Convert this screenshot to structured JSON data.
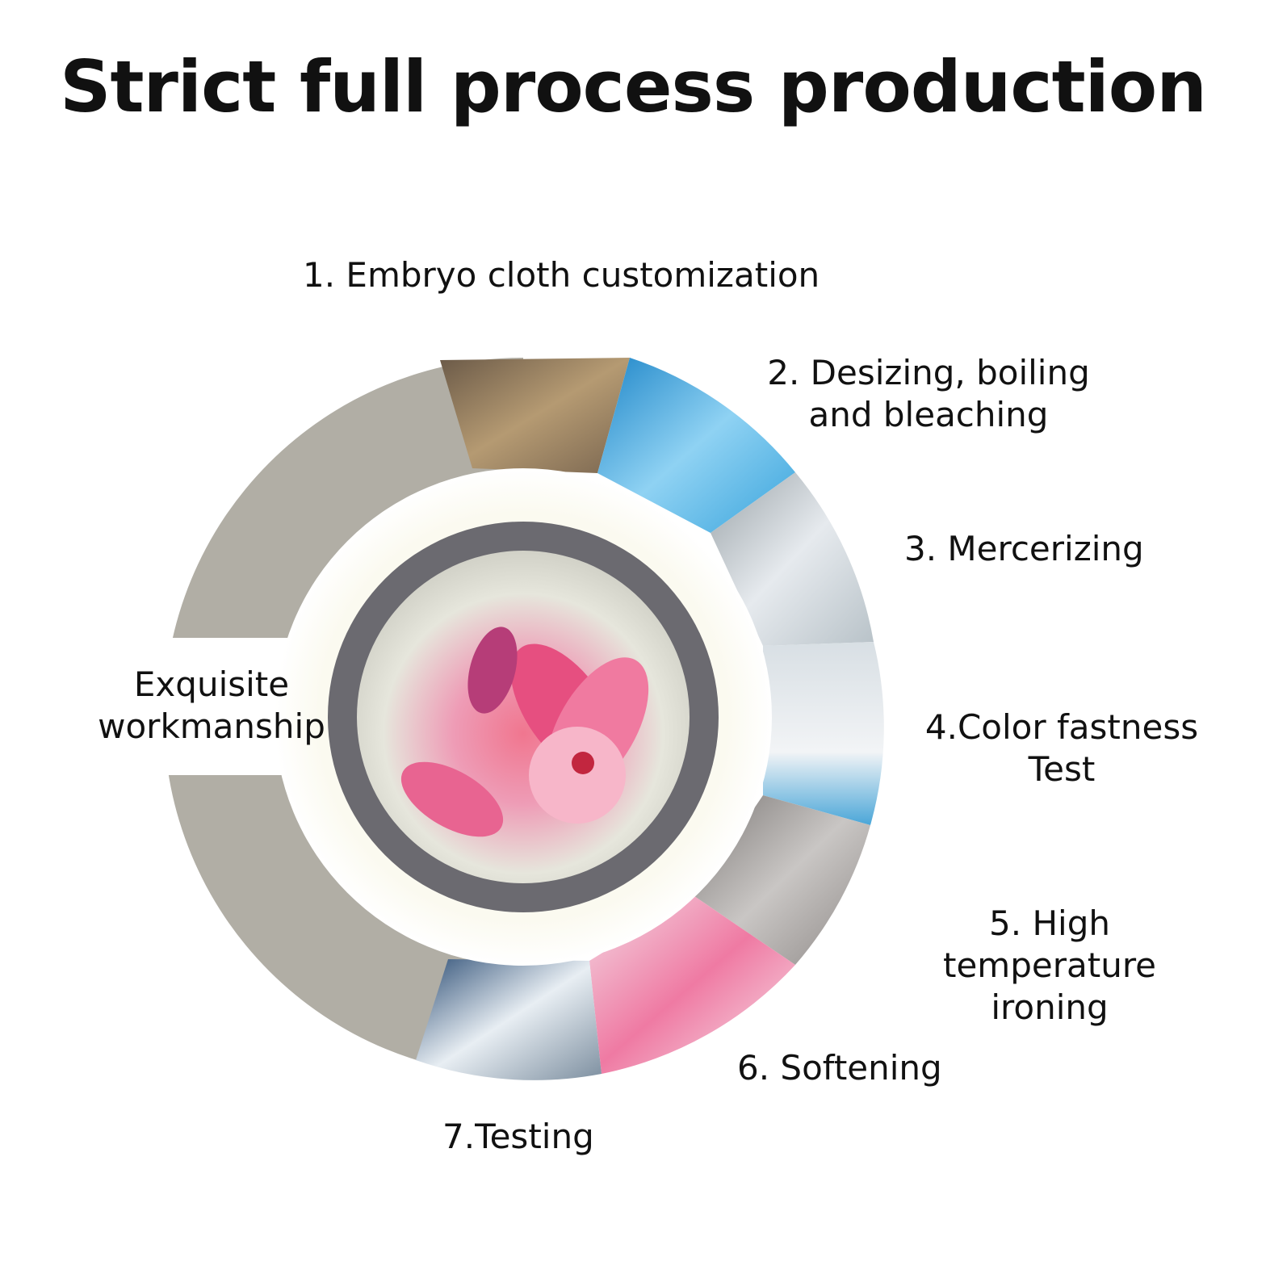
{
  "title": "Strict full process production",
  "center_label": "Exquisite workmanship",
  "steps": [
    {
      "label": "1. Embryo cloth customization"
    },
    {
      "label": "2. Desizing, boiling and bleaching"
    },
    {
      "label": "3. Mercerizing"
    },
    {
      "label": "4.Color fastness Test"
    },
    {
      "label": "5. High temperature ironing"
    },
    {
      "label": "6. Softening"
    },
    {
      "label": "7.Testing"
    }
  ],
  "colors": {
    "outer_ring": "#b1aea5",
    "inner_glow": "#fbfaf0",
    "dark_ring": "#6b6a70",
    "accent_pink": "#ea5a8c"
  }
}
